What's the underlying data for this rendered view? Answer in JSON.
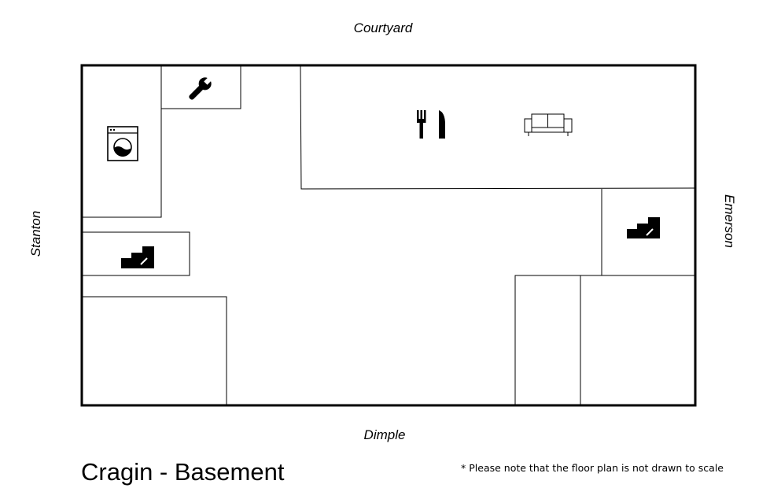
{
  "diagram": {
    "title": "Cragin - Basement",
    "note": "* Please note that the floor plan is not drawn to scale",
    "streets": {
      "top": "Courtyard",
      "bottom": "Dimple",
      "left": "Stanton",
      "right": "Emerson"
    },
    "icons": [
      "wrench-icon",
      "washing-machine-icon",
      "fork-knife-icon",
      "sofa-icon",
      "stairs-icon",
      "stairs-icon"
    ]
  }
}
